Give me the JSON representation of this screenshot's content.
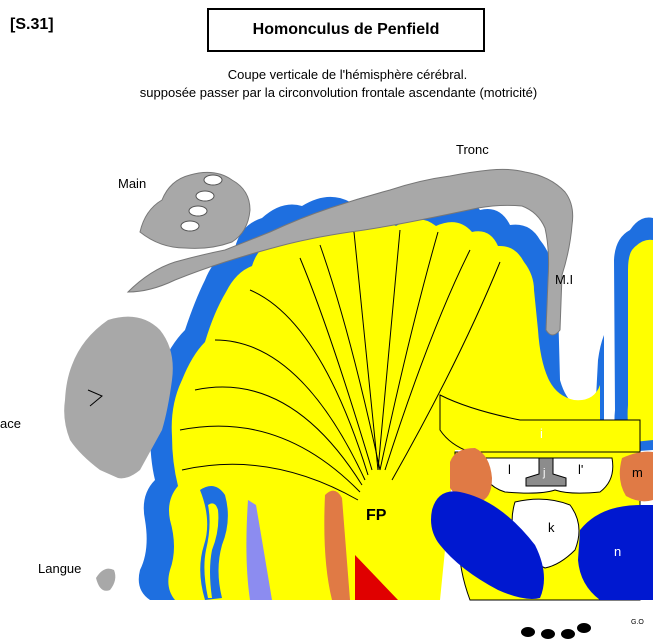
{
  "header": {
    "reference": "[S.31]",
    "title": "Homonculus de Penfield",
    "subtitle_line1": "Coupe verticale de l'hémisphère cérébral.",
    "subtitle_line2": "supposée passer par la   circonvolution frontale ascendante (motricité)"
  },
  "labels": {
    "tronc": "Tronc",
    "main": "Main",
    "mi": "M.I",
    "face": "ace",
    "langue": "Langue",
    "fp": "FP",
    "i": "i",
    "l": "l",
    "l_prime": "l'",
    "m": "m",
    "j": "j",
    "k": "k",
    "n": "n",
    "signature": "G.O"
  },
  "colors": {
    "cortex": "#1e6fe0",
    "white_matter": "#ffff00",
    "homunculus": "#a8a8a8",
    "nucleus_orange": "#e07a45",
    "nucleus_blue": "#0018d0",
    "nucleus_red": "#e00000",
    "nucleus_lavender": "#8c8cf0",
    "ventricle": "#ffffff"
  }
}
